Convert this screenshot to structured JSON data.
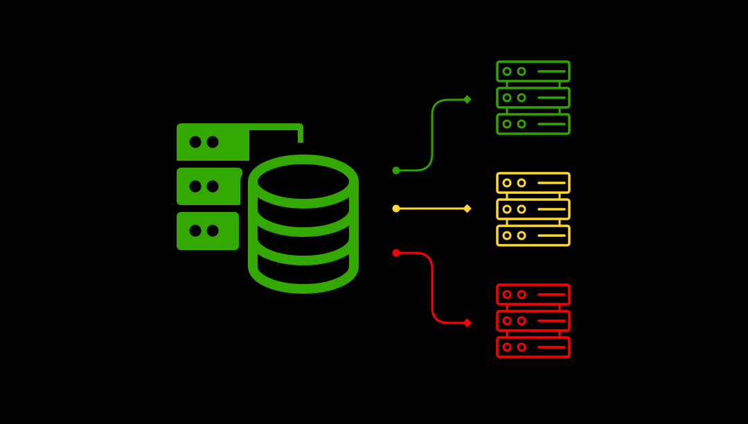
{
  "colors": {
    "background": "#000000",
    "primary": "#33a800",
    "primary_green_lines": "#2ea300",
    "status_ok": "#35a300",
    "status_warning": "#ffd733",
    "status_error": "#ff0000"
  },
  "source": {
    "icons": [
      "server-stack-icon",
      "database-icon"
    ]
  },
  "replicas": [
    {
      "status": "ok",
      "icon": "server-rack-icon"
    },
    {
      "status": "warning",
      "icon": "server-rack-icon"
    },
    {
      "status": "error",
      "icon": "server-rack-icon"
    }
  ]
}
